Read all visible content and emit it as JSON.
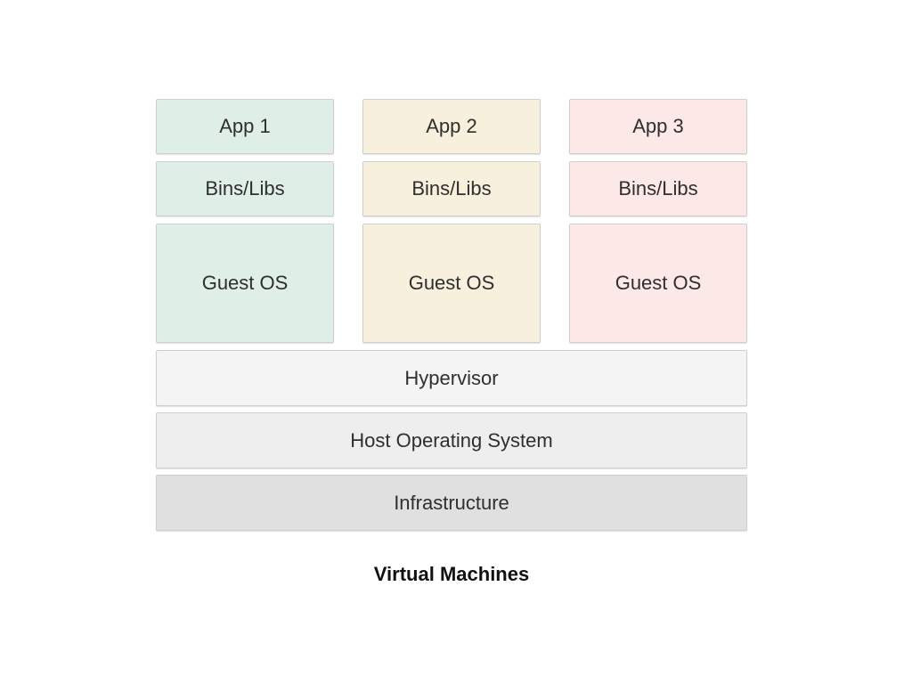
{
  "columns": [
    {
      "app": "App 1",
      "bins": "Bins/Libs",
      "guest": "Guest OS",
      "color": "#dfeee7"
    },
    {
      "app": "App 2",
      "bins": "Bins/Libs",
      "guest": "Guest OS",
      "color": "#f7f0dc"
    },
    {
      "app": "App 3",
      "bins": "Bins/Libs",
      "guest": "Guest OS",
      "color": "#fbe8e7"
    }
  ],
  "layers": {
    "hypervisor": "Hypervisor",
    "host_os": "Host Operating System",
    "infrastructure": "Infrastructure"
  },
  "colors": {
    "hypervisor": "#f4f4f4",
    "host_os": "#eeeeee",
    "infrastructure": "#e0e0e0"
  },
  "caption": "Virtual Machines"
}
